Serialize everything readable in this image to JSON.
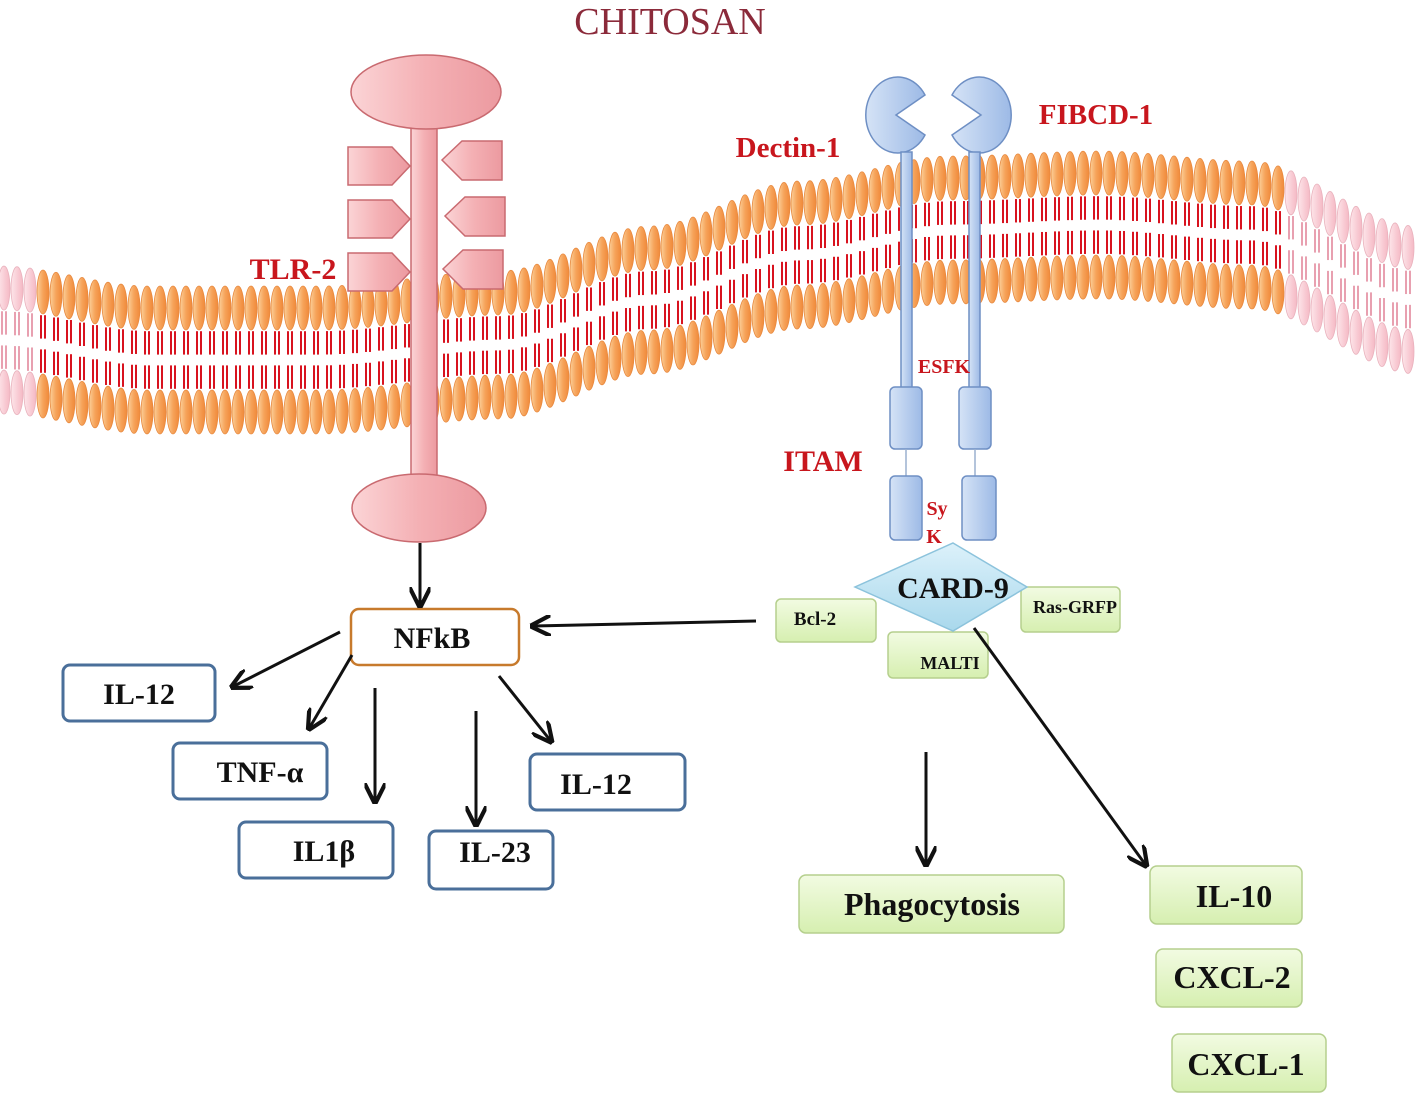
{
  "title": "CHITOSAN",
  "receptors": {
    "tlr2": "TLR-2",
    "dectin1": "Dectin-1",
    "fibcd1": "FIBCD-1"
  },
  "labels": {
    "esfk": "ESFK",
    "itam": "ITAM",
    "syk_line1": "Sy",
    "syk_line2": "K",
    "card9": "CARD-9",
    "bcl2": "Bcl-2",
    "ras_grfp": "Ras-GRFP",
    "malti": "MALTI",
    "nfkb": "NFkB"
  },
  "nfkb_outputs": [
    "IL-12",
    "TNF-α",
    "IL1β",
    "IL-23",
    "IL-12"
  ],
  "card9_outputs": {
    "phagocytosis": "Phagocytosis",
    "cytokines": [
      "IL-10",
      "CXCL-2",
      "CXCL-1"
    ]
  },
  "colors": {
    "title": "#8b2a3a",
    "label_red": "#c8161d",
    "membrane_head": "#f6a35a",
    "membrane_head_pale": "#f8d0d8",
    "membrane_tail": "#d8131f",
    "tlr2_fill": "#f4b0b4",
    "tlr2_stroke": "#c96a70",
    "dectin_fill": "#aac4ea",
    "dectin_stroke": "#6e8fc4",
    "card9_fill": "#bfe4f2",
    "green_box_fill": "#e3f5c6",
    "green_box_stroke": "#b5cf8d",
    "blue_box_stroke": "#4a6f9a",
    "nfkb_stroke": "#c77a2c"
  }
}
